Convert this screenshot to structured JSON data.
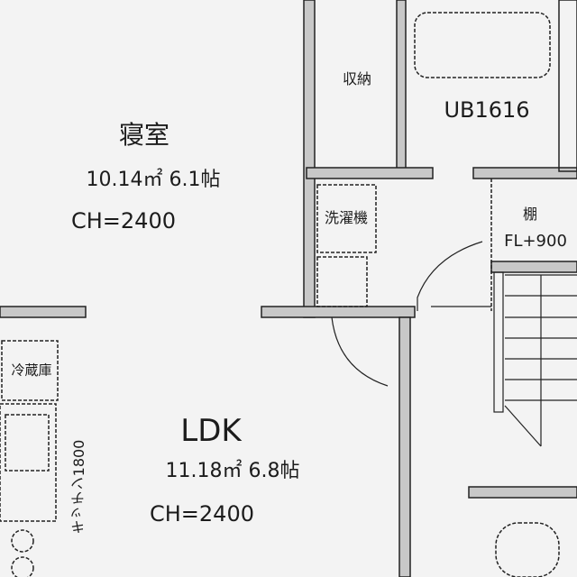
{
  "rooms": {
    "bedroom": {
      "name": "寝室",
      "area": "10.14㎡ 6.1帖",
      "ceiling": "CH=2400"
    },
    "ldk": {
      "name": "LDK",
      "area": "11.18㎡ 6.8帖",
      "ceiling": "CH=2400"
    },
    "closet": {
      "name": "収納"
    },
    "bath": {
      "name": "UB1616"
    },
    "laundry": {
      "name": "洗濯機"
    },
    "shelf": {
      "name": "棚",
      "level": "FL+900"
    },
    "fridge": {
      "name": "冷蔵庫"
    },
    "kitchen": {
      "name": "キッチン1800"
    }
  },
  "colors": {
    "wall_fill": "#c8c8c8",
    "line": "#222222",
    "background": "#f3f3f3"
  }
}
